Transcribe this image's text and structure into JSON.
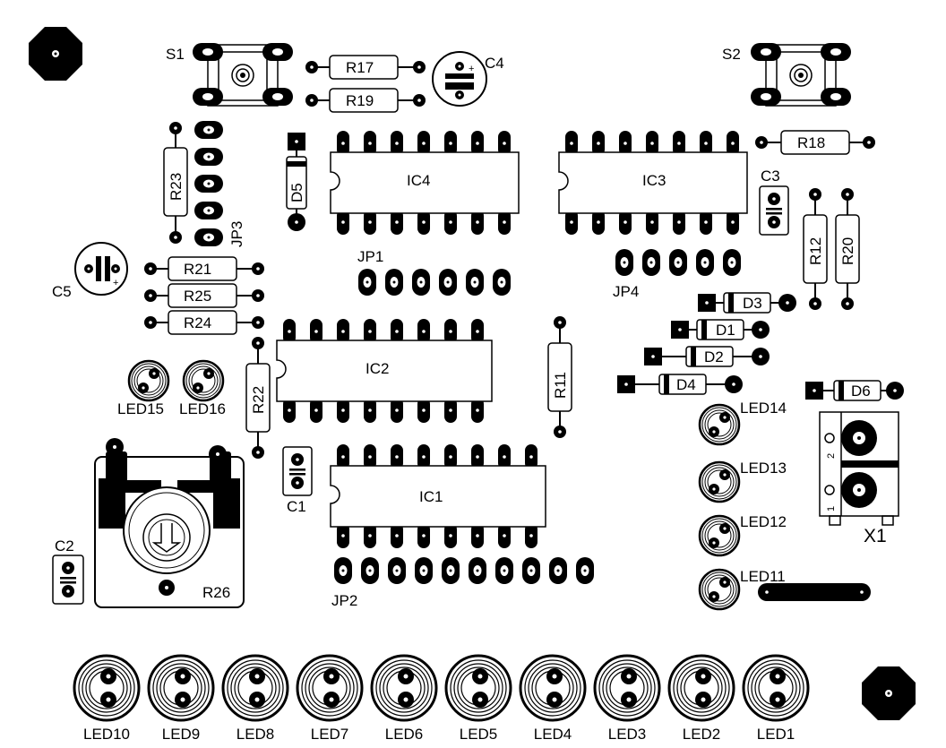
{
  "labels": {
    "S1": "S1",
    "S2": "S2",
    "R17": "R17",
    "R19": "R19",
    "R18": "R18",
    "C4": "C4",
    "C3": "C3",
    "C5": "C5",
    "C1": "C1",
    "C2": "C2",
    "R23": "R23",
    "JP3": "JP3",
    "D5": "D5",
    "IC4": "IC4",
    "IC3": "IC3",
    "IC2": "IC2",
    "IC1": "IC1",
    "JP1": "JP1",
    "JP4": "JP4",
    "JP2": "JP2",
    "R12": "R12",
    "R20": "R20",
    "D3": "D3",
    "D1": "D1",
    "D2": "D2",
    "D4": "D4",
    "D6": "D6",
    "R21": "R21",
    "R25": "R25",
    "R24": "R24",
    "R22": "R22",
    "R11": "R11",
    "LED15": "LED15",
    "LED16": "LED16",
    "LED14": "LED14",
    "LED13": "LED13",
    "LED12": "LED12",
    "LED11": "LED11",
    "R26": "R26",
    "X1": "X1",
    "X1_pin1": "1",
    "X1_pin2": "2",
    "C4_plus": "+",
    "C5_plus": "+",
    "bottom_leds": [
      "LED10",
      "LED9",
      "LED8",
      "LED7",
      "LED6",
      "LED5",
      "LED4",
      "LED3",
      "LED2",
      "LED1"
    ]
  },
  "colors": {
    "ink": "#000000",
    "board": "#ffffff"
  }
}
